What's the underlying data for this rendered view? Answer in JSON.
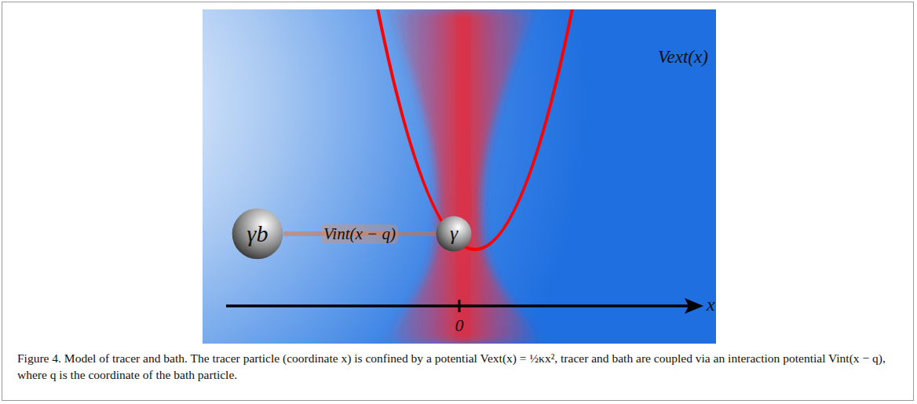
{
  "diagram": {
    "caption": "Figure 4. Model of tracer and bath. The tracer particle (coordinate x) is confined by a potential Vext(x) = ½κx², tracer and bath are coupled via an interaction potential Vint(x − q), where q is the coordinate of the bath particle.",
    "nodes": [
      {
        "text": [
          "γb"
        ]
      },
      {
        "text": [
          "γ"
        ]
      }
    ],
    "edges": [
      {
        "from": 0,
        "to": 1,
        "label": "Vint(x − q)",
        "arrow": "none"
      }
    ],
    "labels": [
      "Vext(x)",
      "x",
      "0"
    ]
  }
}
